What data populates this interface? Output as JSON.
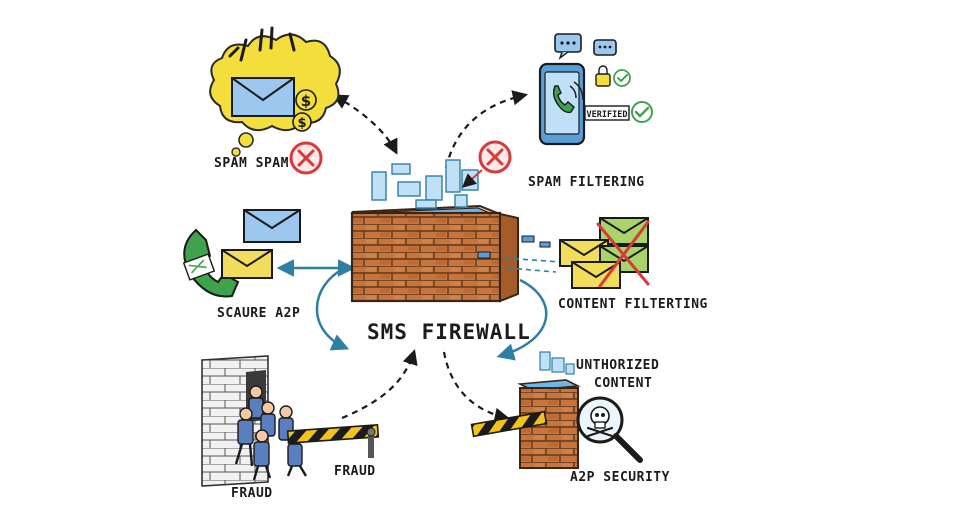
{
  "diagram": {
    "title": "SMS FIREWALL",
    "nodes": {
      "spam_top": "SPAM SPAM",
      "spam_filtering": "SPAM FILTERING",
      "secure_a2p": "SCAURE A2P",
      "content_filtering": "CONTENT FILTERTING",
      "fraud_left": "FRAUD",
      "fraud_barrier": "FRAUD",
      "unauthorized": [
        "UNTHORIZED",
        "CONTENT"
      ],
      "a2p_security": "A2P SECURITY"
    },
    "badges": {
      "verified": "VERIFIED",
      "dollar": "$"
    },
    "icons": [
      "envelope-icon",
      "dollar-icon",
      "reject-icon",
      "phone-icon",
      "chat-bubble-icon",
      "lock-icon",
      "check-icon",
      "brick-wall-icon",
      "barrier-icon",
      "magnifier-icon",
      "skull-icon",
      "people-icon"
    ],
    "colors": {
      "brick": "#c9743a",
      "envelope_blue": "#9cc7ee",
      "envelope_yellow": "#f2dc5c",
      "envelope_green": "#a8d46a",
      "reject_red": "#d83a3a",
      "phone_green": "#3fa34d",
      "arrow_teal": "#2e7fa3",
      "arrow_black": "#1b1b1b"
    }
  }
}
